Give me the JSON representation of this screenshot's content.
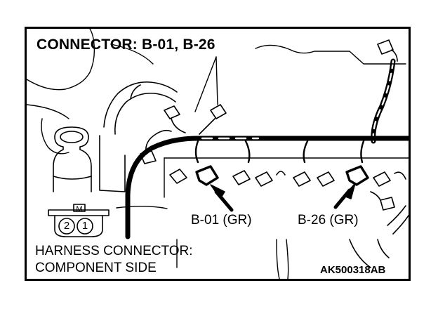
{
  "title": "CONNECTOR: B-01, B-26",
  "labels": {
    "b01": "B-01 (GR)",
    "b26": "B-26 (GR)",
    "harness_line1": "HARNESS CONNECTOR:",
    "harness_line2": "COMPONENT SIDE",
    "code": "AK500318AB"
  },
  "connector_pins": {
    "pin_left": "2",
    "pin_right": "1",
    "marker": "M"
  },
  "colors": {
    "line": "#000000",
    "background": "#ffffff"
  }
}
